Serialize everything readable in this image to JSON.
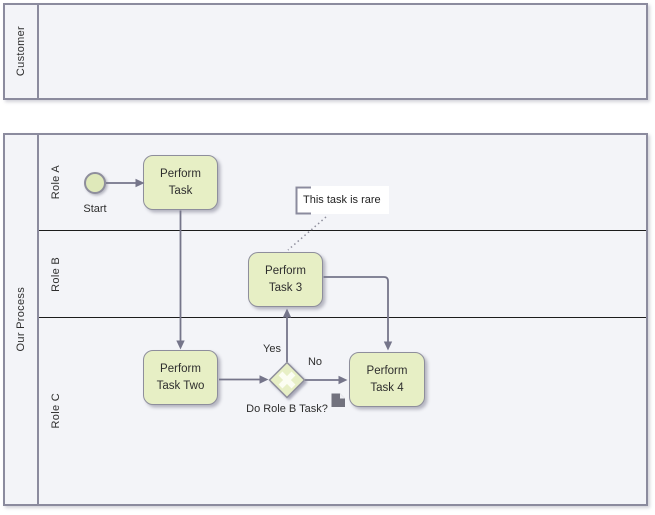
{
  "theme": {
    "pool_background": "#f3f4f8",
    "pool_border": "#8b8b9e",
    "lane_divider": "#1c1c1c",
    "node_fill": "#e7efc5",
    "event_fill": "#dfe9ba",
    "node_border": "#8e8e9c",
    "connector": "#75758a",
    "text_color": "#2e2e2e",
    "annotation_background": "#ffffff"
  },
  "pools": [
    {
      "label": "Customer",
      "lanes": []
    },
    {
      "label": "Our Process",
      "lanes": [
        {
          "label": "Role A"
        },
        {
          "label": "Role B"
        },
        {
          "label": "Role C"
        }
      ]
    }
  ],
  "nodes": {
    "start_event": {
      "label": "Start",
      "type": "start-event"
    },
    "task_perform": {
      "label": "Perform Task"
    },
    "task_perform_two": {
      "label": "Perform Task Two"
    },
    "task_perform_3": {
      "label": "Perform Task 3"
    },
    "task_perform_4": {
      "label": "Perform Task 4"
    },
    "gateway": {
      "label": "Do Role B Task?",
      "type": "exclusive-gateway"
    }
  },
  "edges": {
    "yes_label": "Yes",
    "no_label": "No"
  },
  "annotation": {
    "text": "This task is rare"
  },
  "icons": {
    "gateway_marker": "x-gateway-marker-icon",
    "gateway_attachment": "note-icon"
  }
}
